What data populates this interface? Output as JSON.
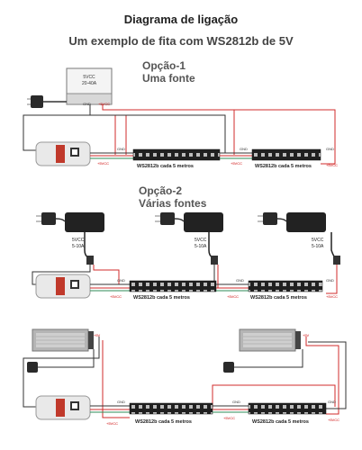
{
  "header": {
    "title": "Diagrama de ligação",
    "subtitle": "Um exemplo de fita com WS2812b de 5V"
  },
  "option1": {
    "title": "Opção-1",
    "subtitle": "Uma fonte"
  },
  "option2": {
    "title": "Opção-2",
    "subtitle": "Várias fontes"
  },
  "labels": {
    "psu_top_voltage": "5VCC",
    "psu_top_current": "20-40A",
    "gnd": "GND",
    "plus5v": "+5VCC",
    "plus5": "+5V",
    "strip": "WS2812b cada 5 metros",
    "adapter_voltage": "5VCC",
    "adapter_current": "5-10A"
  },
  "colors": {
    "wire_red": "#d22b2b",
    "wire_black": "#333333",
    "controller": "#e9e9e9",
    "controller_stripe": "#c0392b",
    "strip": "#202020",
    "led": "#c8c8c8"
  }
}
